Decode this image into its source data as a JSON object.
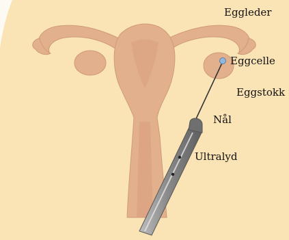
{
  "labels": {
    "fallopian_tube": "Eggleder",
    "egg_cell": "Eggcelle",
    "ovary": "Eggstokk",
    "needle": "Nål",
    "ultrasound": "Ultralyd"
  },
  "colors": {
    "background_panel": "#fae3b4",
    "page": "#fdfaf4",
    "uterus": "#e3b08d",
    "uterus_shade": "#d49a78",
    "egg_cell": "#8fb7df",
    "probe_body": "#8c8c8c",
    "probe_tip": "#6f6f6f",
    "needle": "#333333"
  }
}
